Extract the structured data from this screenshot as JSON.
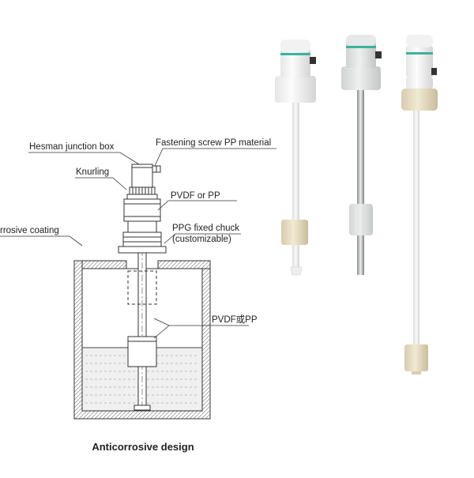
{
  "diagram": {
    "labels": {
      "junction_box": "Hesman junction box",
      "fastening_screw": "Fastening screw PP material",
      "knurling": "Knurling",
      "housing_material": "PVDF or PP",
      "coating": "rrosive coating",
      "chuck": "PPG fixed chuck",
      "chuck_note": "(customizable)",
      "float_material": "PVDF或PP"
    },
    "caption": "Anticorrosive design"
  },
  "photo": {
    "products": [
      {
        "variant": "white-stem",
        "ring_color": "#3bb39a"
      },
      {
        "variant": "steel-stem",
        "ring_color": "#3bb39a"
      },
      {
        "variant": "beige-chuck",
        "ring_color": "#3bb39a"
      }
    ]
  }
}
